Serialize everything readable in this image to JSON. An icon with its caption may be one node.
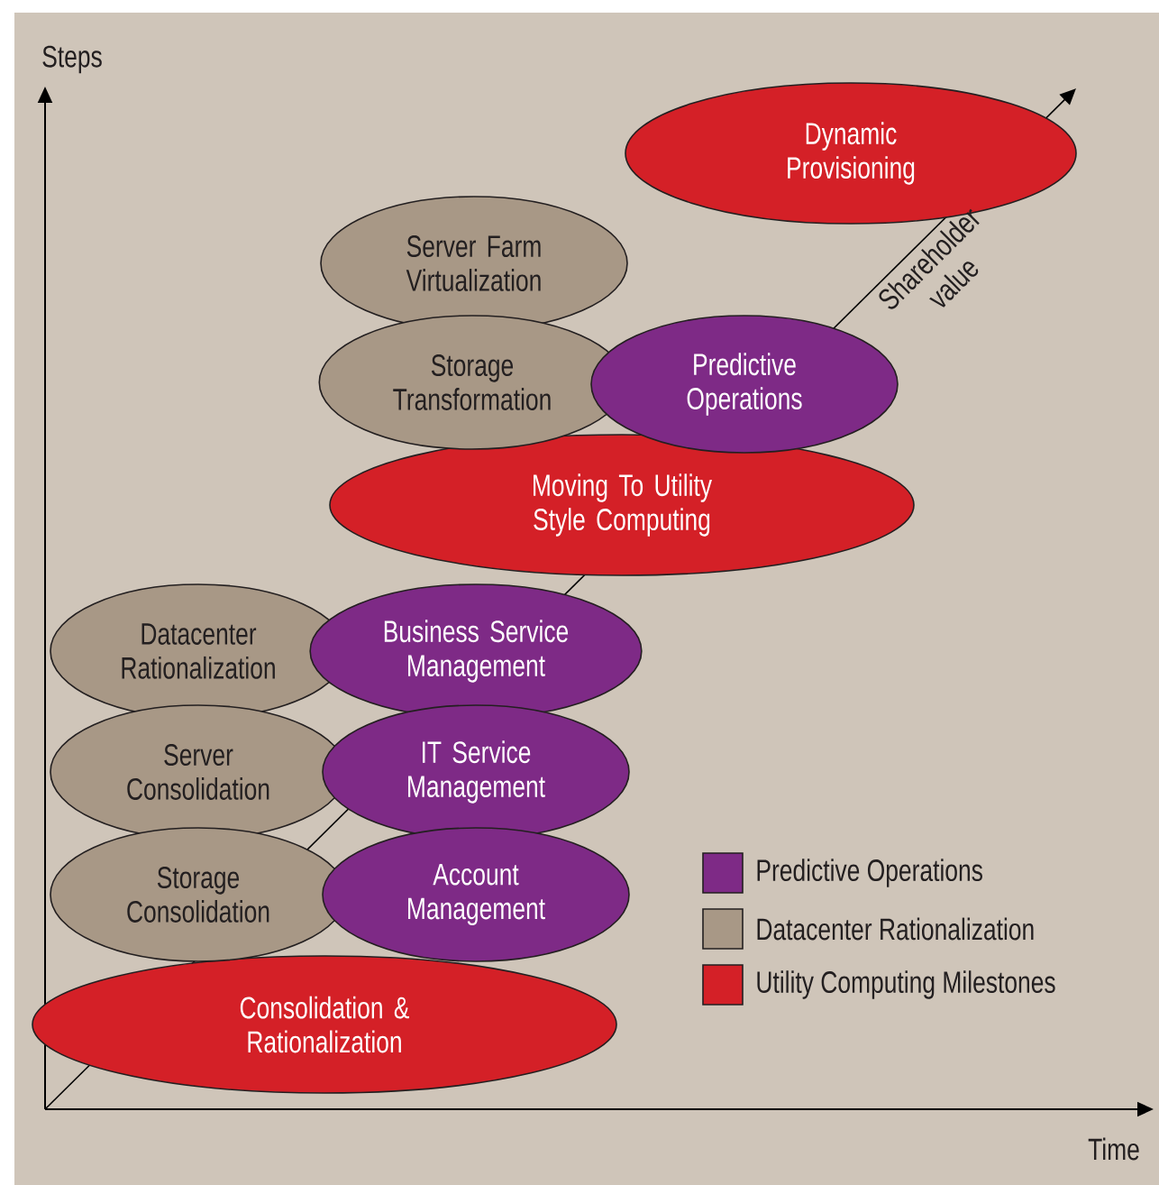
{
  "diagram": {
    "nodes": [
      {
        "text": [
          "Dynamic Provisioning"
        ]
      },
      {
        "text": [
          "Server Farm Virtualization"
        ]
      },
      {
        "text": [
          "Storage Transformation"
        ]
      },
      {
        "text": [
          "Predictive Operations"
        ]
      },
      {
        "text": [
          "Moving To Utility Style Computing"
        ]
      },
      {
        "text": [
          "Datacenter Rationalization"
        ]
      },
      {
        "text": [
          "Business Service Management"
        ]
      },
      {
        "text": [
          "Server Consolidation"
        ]
      },
      {
        "text": [
          "IT Service Management"
        ]
      },
      {
        "text": [
          "Storage Consolidation"
        ]
      },
      {
        "text": [
          "Account Management"
        ]
      },
      {
        "text": [
          "Consolidation & Rationalization"
        ]
      }
    ],
    "labels": [
      "Steps",
      "Shareholder value",
      "Time"
    ],
    "legend": [
      {
        "text": "Predictive Operations",
        "color": "#7e2a86"
      },
      {
        "text": "Datacenter Rationalization",
        "color": "#a89886"
      },
      {
        "text": "Utility Computing Milestones",
        "color": "#d42027"
      }
    ]
  }
}
